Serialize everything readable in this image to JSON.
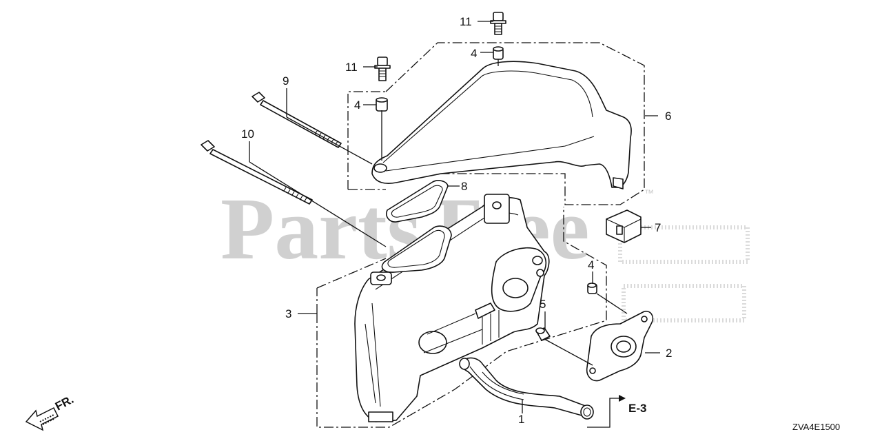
{
  "watermark": {
    "text": "PartsTree",
    "trademark": "™"
  },
  "callouts": [
    {
      "id": "1",
      "label": "1"
    },
    {
      "id": "2",
      "label": "2"
    },
    {
      "id": "3",
      "label": "3"
    },
    {
      "id": "4a",
      "label": "4"
    },
    {
      "id": "4b",
      "label": "4"
    },
    {
      "id": "4c",
      "label": "4"
    },
    {
      "id": "5",
      "label": "5"
    },
    {
      "id": "6",
      "label": "6"
    },
    {
      "id": "7",
      "label": "7"
    },
    {
      "id": "8",
      "label": "8"
    },
    {
      "id": "9",
      "label": "9"
    },
    {
      "id": "10",
      "label": "10"
    },
    {
      "id": "11a",
      "label": "11"
    },
    {
      "id": "11b",
      "label": "11"
    }
  ],
  "reference": {
    "label": "E-3"
  },
  "front_indicator": {
    "label": "FR.",
    "icon": "front-arrow-icon"
  },
  "diagram_code": "ZVA4E1500",
  "colors": {
    "line": "#111111",
    "watermark": "#d0d0d0"
  }
}
